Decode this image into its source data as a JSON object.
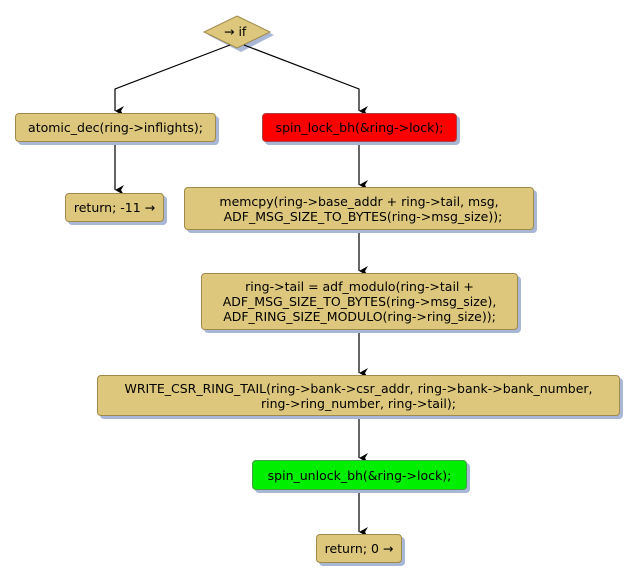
{
  "diagram": {
    "decision": {
      "label": "→ if"
    },
    "nodes": [
      {
        "id": "n_atomic",
        "label": "atomic_dec(ring->inflights);",
        "style": "normal"
      },
      {
        "id": "n_ret11",
        "label": "return; -11 →",
        "style": "normal"
      },
      {
        "id": "n_lock",
        "label": "spin_lock_bh(&ring->lock);",
        "style": "red"
      },
      {
        "id": "n_memcpy",
        "label": "memcpy(ring->base_addr + ring->tail, msg,\n  ADF_MSG_SIZE_TO_BYTES(ring->msg_size));",
        "style": "normal"
      },
      {
        "id": "n_tail",
        "label": "ring->tail = adf_modulo(ring->tail +\nADF_MSG_SIZE_TO_BYTES(ring->msg_size),\nADF_RING_SIZE_MODULO(ring->ring_size));",
        "style": "normal"
      },
      {
        "id": "n_csr",
        "label": "WRITE_CSR_RING_TAIL(ring->bank->csr_addr, ring->bank->bank_number,\nring->ring_number, ring->tail);",
        "style": "normal"
      },
      {
        "id": "n_unlock",
        "label": "spin_unlock_bh(&ring->lock);",
        "style": "green"
      },
      {
        "id": "n_ret0",
        "label": "return; 0 →",
        "style": "normal"
      }
    ],
    "edges": [
      {
        "from": "decision",
        "to": "n_atomic"
      },
      {
        "from": "decision",
        "to": "n_lock"
      },
      {
        "from": "n_atomic",
        "to": "n_ret11"
      },
      {
        "from": "n_lock",
        "to": "n_memcpy"
      },
      {
        "from": "n_memcpy",
        "to": "n_tail"
      },
      {
        "from": "n_tail",
        "to": "n_csr"
      },
      {
        "from": "n_csr",
        "to": "n_unlock"
      },
      {
        "from": "n_unlock",
        "to": "n_ret0"
      }
    ],
    "colors": {
      "node_fill": "#dcc77d",
      "lock_fill": "#ff0000",
      "unlock_fill": "#00ee00",
      "shadow": "#a9b7d6",
      "edge": "#000000"
    }
  }
}
